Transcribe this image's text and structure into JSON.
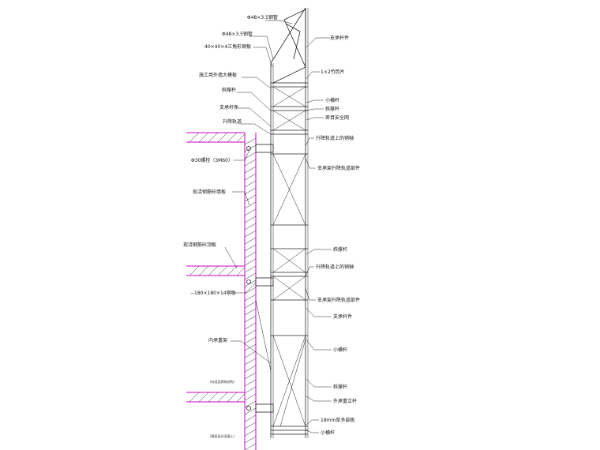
{
  "labels": {
    "tube_top": "Φ48×3.5钢管",
    "tube_left": "Φ48×3.5钢管",
    "angle_steel": "40×40×4三角形钢板",
    "safety_board": "施工用外墙大模板",
    "diagonal_1": "斜撑杆",
    "support_rod_1": "支承杆件",
    "lift_track": "升降轨道",
    "bolt": "Φ30螺栓（3M60）",
    "cast_wall": "现浇钢筋砼墙板",
    "cast_floor": "现浇钢筋砼顶板",
    "steel_plate": "−180×180×14钢板",
    "inner_frame": "内承重架",
    "note_small_1": "(标准层建筑结构)",
    "note_small_2": "(楼面竖向混凝土)",
    "r_support_top": "支承杆件",
    "r_net": "1×2竹笆片",
    "r_small_1": "小横杆",
    "r_diagonal_1": "斜撑杆",
    "r_safety_net": "密目安全网",
    "r_track_pin_1": "升降轨道上的销轴",
    "r_track_part_1": "支承架升降轨道部件",
    "r_diagonal_2": "斜撑杆",
    "r_track_pin_2": "升降轨道上的销轴",
    "r_track_part_2": "支承架升降轨道部件",
    "r_support_2": "支承杆件",
    "r_small_2": "小横杆",
    "r_diagonal_3": "斜撑杆",
    "r_outer_pole": "外承重立杆",
    "r_plywood": "18mm厚多层板",
    "r_small_3": "小横杆"
  },
  "colors": {
    "line": "#222222",
    "concrete_outline": "#cc00cc",
    "background": "#ffffff"
  }
}
